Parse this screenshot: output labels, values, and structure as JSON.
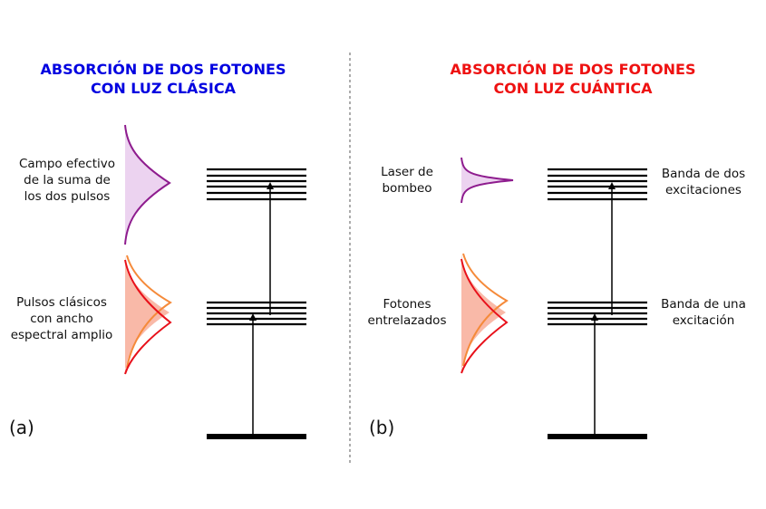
{
  "panel_a": {
    "letter": "(a)",
    "title_line1": "ABSORCIÓN DE DOS FOTONES",
    "title_line2": "CON LUZ CLÁSICA",
    "effective_field_label": [
      "Campo efectivo",
      "de la suma de",
      "los dos pulsos"
    ],
    "classical_pulses_label": [
      "Pulsos clásicos",
      "con ancho",
      "espectral amplio"
    ]
  },
  "panel_b": {
    "letter": "(b)",
    "title_line1": "ABSORCIÓN DE DOS FOTONES",
    "title_line2": "CON LUZ CUÁNTICA",
    "pump_label": [
      "Laser de",
      "bombeo"
    ],
    "entangled_label": [
      "Fotones",
      "entrelazados"
    ],
    "two_exc_band_label": [
      "Banda de dos",
      "excitaciones"
    ],
    "one_exc_band_label": [
      "Banda de una",
      "excitación"
    ]
  },
  "colors": {
    "title_a": "#0000e0",
    "title_b": "#ee1111",
    "purple_line": "#8e1c8e",
    "purple_fill": "#ecd3f0",
    "red_line": "#e8101a",
    "orange_line": "#f58a3a",
    "red_fill": "#f9b9a8",
    "divider": "#888888"
  }
}
